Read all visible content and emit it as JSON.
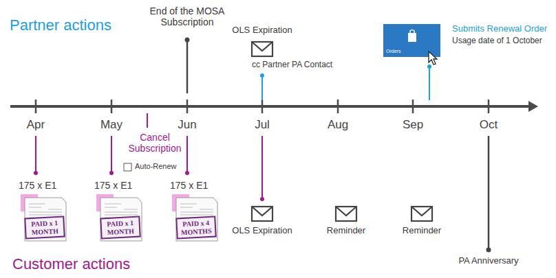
{
  "diagram": {
    "nodes": [
      {
        "text": [
          "Orders"
        ]
      },
      {
        "text": [
          "PAID x 1 MONTH"
        ]
      },
      {
        "text": [
          "PAID x 1 MONTH"
        ]
      },
      {
        "text": [
          "PAID x 4 MONTHS"
        ]
      }
    ],
    "labels": [
      "Partner actions",
      "End of the MOSA Subscription",
      "OLS Expiration",
      "cc Partner PA Contact",
      "Submits Renewal Order",
      "Usage date of 1 October",
      "Apr",
      "May",
      "Jun",
      "Jul",
      "Aug",
      "Sep",
      "Oct",
      "Cancel Subscription",
      "Auto-Renew",
      "175 x E1",
      "175 x E1",
      "175 x E1",
      "OLS Expiration",
      "Reminder",
      "Reminder",
      "PA Anniversary",
      "Customer actions"
    ]
  }
}
